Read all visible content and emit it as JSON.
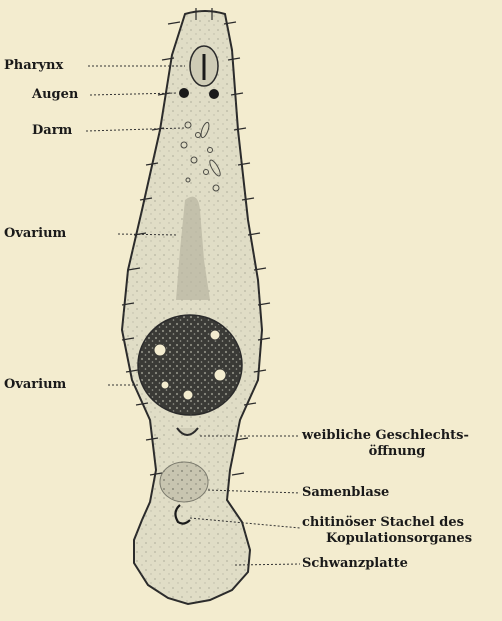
{
  "labels": {
    "pharynx": "Pharynx",
    "augen": "Augen",
    "darm": "Darm",
    "ovarium_1": "Ovarium",
    "ovarium_2": "Ovarium",
    "geschlechtsoeffnung_1": "weibliche Geschlechts-",
    "geschlechtsoeffnung_2": "öffnung",
    "samenblase": "Samenblase",
    "stachel_1": "chitinöser Stachel des",
    "stachel_2": "Kopulationsorganes",
    "schwanzplatte": "Schwanzplatte"
  },
  "colors": {
    "background": "#f3eccf",
    "body_fill": "#e0ddc6",
    "outline": "#2b2b2b",
    "ovary_dark": "#3a3a36",
    "leader": "#333333"
  }
}
